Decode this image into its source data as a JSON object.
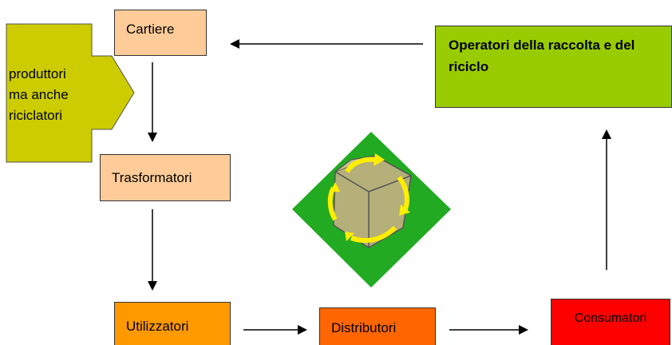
{
  "nodes": {
    "cartiere": "Cartiere",
    "trasformatori": "Trasformatori",
    "utilizzatori": "Utilizzatori",
    "distributori": "Distributori",
    "consumatori": "Consumatori",
    "operatori": "Operatori della raccolta e del riciclo",
    "produttori": [
      "produttori",
      "ma anche",
      "riciclatori"
    ]
  },
  "colors": {
    "peach": "#ffcc99",
    "orange": "#ff9900",
    "dark_orange": "#ff6600",
    "red": "#ff0000",
    "lime": "#99cc00",
    "olive_arrow": "#cccc00",
    "recycle_green": "#33aa33",
    "recycle_arrows": "#ffee00"
  },
  "icons": {
    "center": "recycling-box-icon"
  }
}
